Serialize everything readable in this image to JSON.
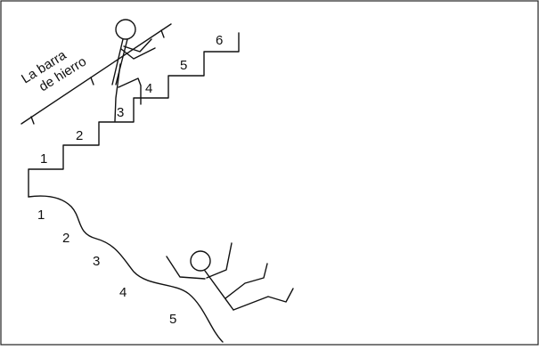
{
  "rail_label": {
    "line1": "La barra",
    "line2": "de hierro"
  },
  "stairs_numbers": [
    "1",
    "2",
    "3",
    "4",
    "5",
    "6"
  ],
  "slope_numbers": [
    "1",
    "2",
    "3",
    "4",
    "5"
  ]
}
